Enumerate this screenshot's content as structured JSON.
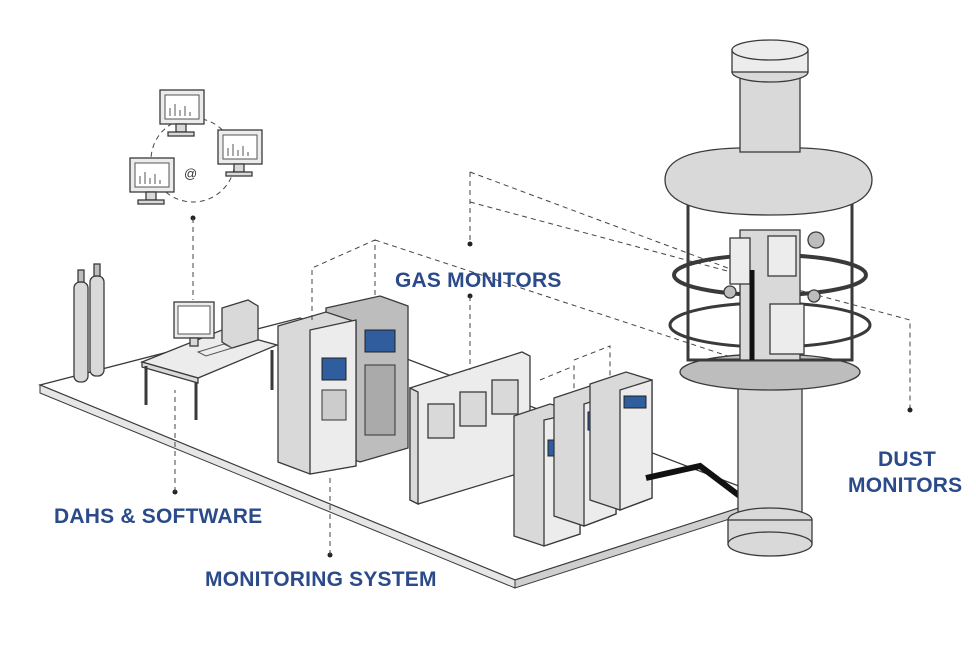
{
  "labels": {
    "gas_monitors": "GAS MONITORS",
    "dust_monitors_line1": "DUST",
    "dust_monitors_line2": "MONITORS",
    "dahs_software": "DAHS & SOFTWARE",
    "monitoring_system": "MONITORING SYSTEM",
    "network_symbol": "@"
  },
  "colors": {
    "label": "#2b4a8a",
    "equipment": "#d9d9d9",
    "screen": "#2f5d9e"
  }
}
